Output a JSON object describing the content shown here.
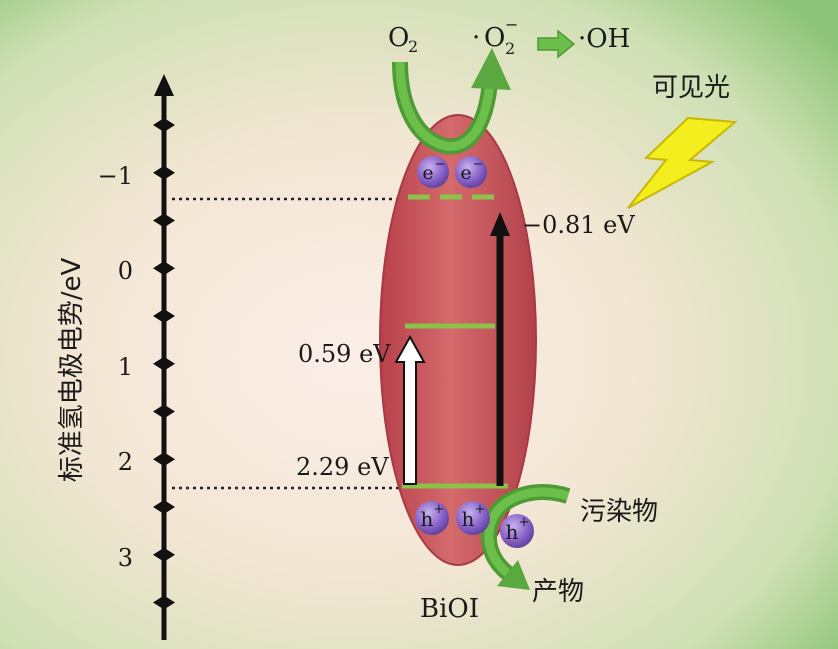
{
  "axis": {
    "label": "标准氢电极电势/eV",
    "ticks": [
      "−1",
      "0",
      "1",
      "2",
      "3"
    ]
  },
  "labels": {
    "o2": "O",
    "o2_sub": "2",
    "superoxide_dot": "·",
    "superoxide_base": "O",
    "superoxide_sub": "2",
    "superoxide_sup": "−",
    "hydroxyl": "·OH",
    "visible_light": "可见光",
    "cb_potential": "−0.81 eV",
    "mid_potential": "0.59 eV",
    "vb_potential": "2.29 eV",
    "pollutant": "污染物",
    "product": "产物",
    "material": "BiOI"
  },
  "carriers": {
    "electron_base": "e",
    "electron_sup": "−",
    "hole_base": "h",
    "hole_sup": "+"
  },
  "colors": {
    "ellipse_fill": "#c9545a",
    "ellipse_stroke": "#a83a42",
    "green_arrow": "#5ba840",
    "band_line": "#8bc34a",
    "bolt": "#f5ee1f",
    "carrier": "#8a63c8"
  }
}
